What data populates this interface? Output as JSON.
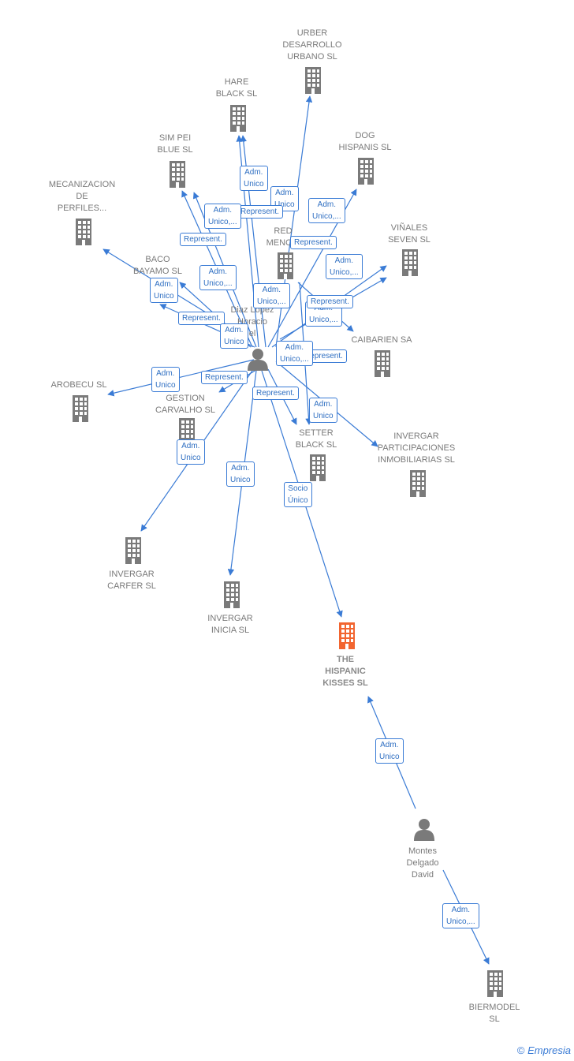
{
  "colors": {
    "edge": "#3a7bd5",
    "company_icon": "#7a7a7a",
    "company_icon_highlight": "#f26530",
    "person_icon": "#7a7a7a"
  },
  "nodes": {
    "urber": {
      "label": "URBER\nDESARROLLO\nURBANO SL",
      "icon": "company-icon"
    },
    "hare": {
      "label": "HARE\nBLACK  SL",
      "icon": "company-icon"
    },
    "dog": {
      "label": "DOG\nHISPANIS  SL",
      "icon": "company-icon"
    },
    "simpei": {
      "label": "SIM PEI\nBLUE  SL",
      "icon": "company-icon"
    },
    "mecanizacion": {
      "label": "MECANIZACION\nDE\nPERFILES...",
      "icon": "company-icon"
    },
    "vinales": {
      "label": "VIÑALES\nSEVEN  SL",
      "icon": "company-icon"
    },
    "redmencia": {
      "label": "RED\nMENCIA",
      "icon": "company-icon"
    },
    "baco": {
      "label": "BACO\nBAYAMO  SL",
      "icon": "company-icon"
    },
    "diaz": {
      "label": "Diaz Lopez\nHoracio\nel",
      "icon": "person-icon"
    },
    "caibarien": {
      "label": "CAIBARIEN SA",
      "icon": "company-icon"
    },
    "arobecu": {
      "label": "AROBECU SL",
      "icon": "company-icon"
    },
    "gestion": {
      "label": "GESTION\nCARVALHO  SL",
      "icon": "company-icon"
    },
    "setter": {
      "label": "SETTER\nBLACK  SL",
      "icon": "company-icon"
    },
    "invergar_part": {
      "label": "INVERGAR\nPARTICIPACIONES\nINMOBILIARIAS SL",
      "icon": "company-icon"
    },
    "invergar_carfer": {
      "label": "INVERGAR\nCARFER SL",
      "icon": "company-icon"
    },
    "invergar_inicia": {
      "label": "INVERGAR\nINICIA SL",
      "icon": "company-icon"
    },
    "hispanic": {
      "label": "THE\nHISPANIC\nKISSES  SL",
      "icon": "company-icon"
    },
    "montes": {
      "label": "Montes\nDelgado\nDavid",
      "icon": "person-icon"
    },
    "biermodel": {
      "label": "BIERMODEL\nSL",
      "icon": "company-icon"
    }
  },
  "edges": {
    "e1": "Adm.\nUnico",
    "e2": "Adm.\nUnico",
    "e3": "Adm.\nUnico,...",
    "e4": "Represent.",
    "e5": "Adm.\nUnico,...",
    "e6": "Represent.",
    "e7": "Adm.\nUnico,...",
    "e8": "Adm.\nUnico",
    "e9": "Adm.\nUnico,...",
    "e10": "Represent.",
    "e11": "Represent.",
    "e12": "Adm.\nUnico,...",
    "e13": "Adm.\nUnico,...",
    "e14": "Adm.\nUnico",
    "e15": "Represent.",
    "e16": "Represent.",
    "e17": "Adm.\nUnico",
    "e18": "Adm.\nUnico",
    "e19": "Adm.\nUnico",
    "e20": "Socio\nÚnico",
    "e21": "Adm.\nUnico",
    "e22": "Adm.\nUnico,...",
    "e23": "Represent.",
    "e24": "Adm.\nUnico,...",
    "e25": "Represent."
  },
  "footer": {
    "copyright": "©",
    "brand": "Empresia"
  }
}
